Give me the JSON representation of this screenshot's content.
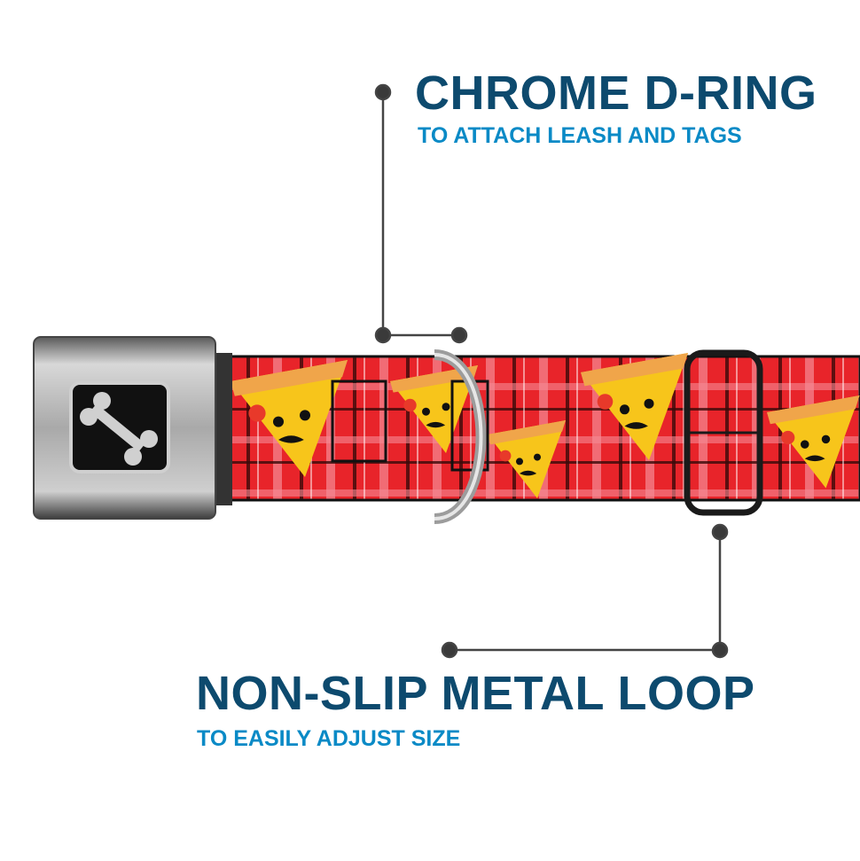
{
  "callouts": [
    {
      "title": "CHROME D-RING",
      "subtitle": "TO ATTACH LEASH AND TAGS"
    },
    {
      "title": "NON-SLIP METAL LOOP",
      "subtitle": "TO EASILY ADJUST SIZE"
    }
  ],
  "colors": {
    "title": "#0d4a6e",
    "subtitle": "#0a8ac6",
    "leader": "#444444",
    "plaid": "#e8242a"
  },
  "icons": {
    "buckle_logo": "bone-icon"
  }
}
